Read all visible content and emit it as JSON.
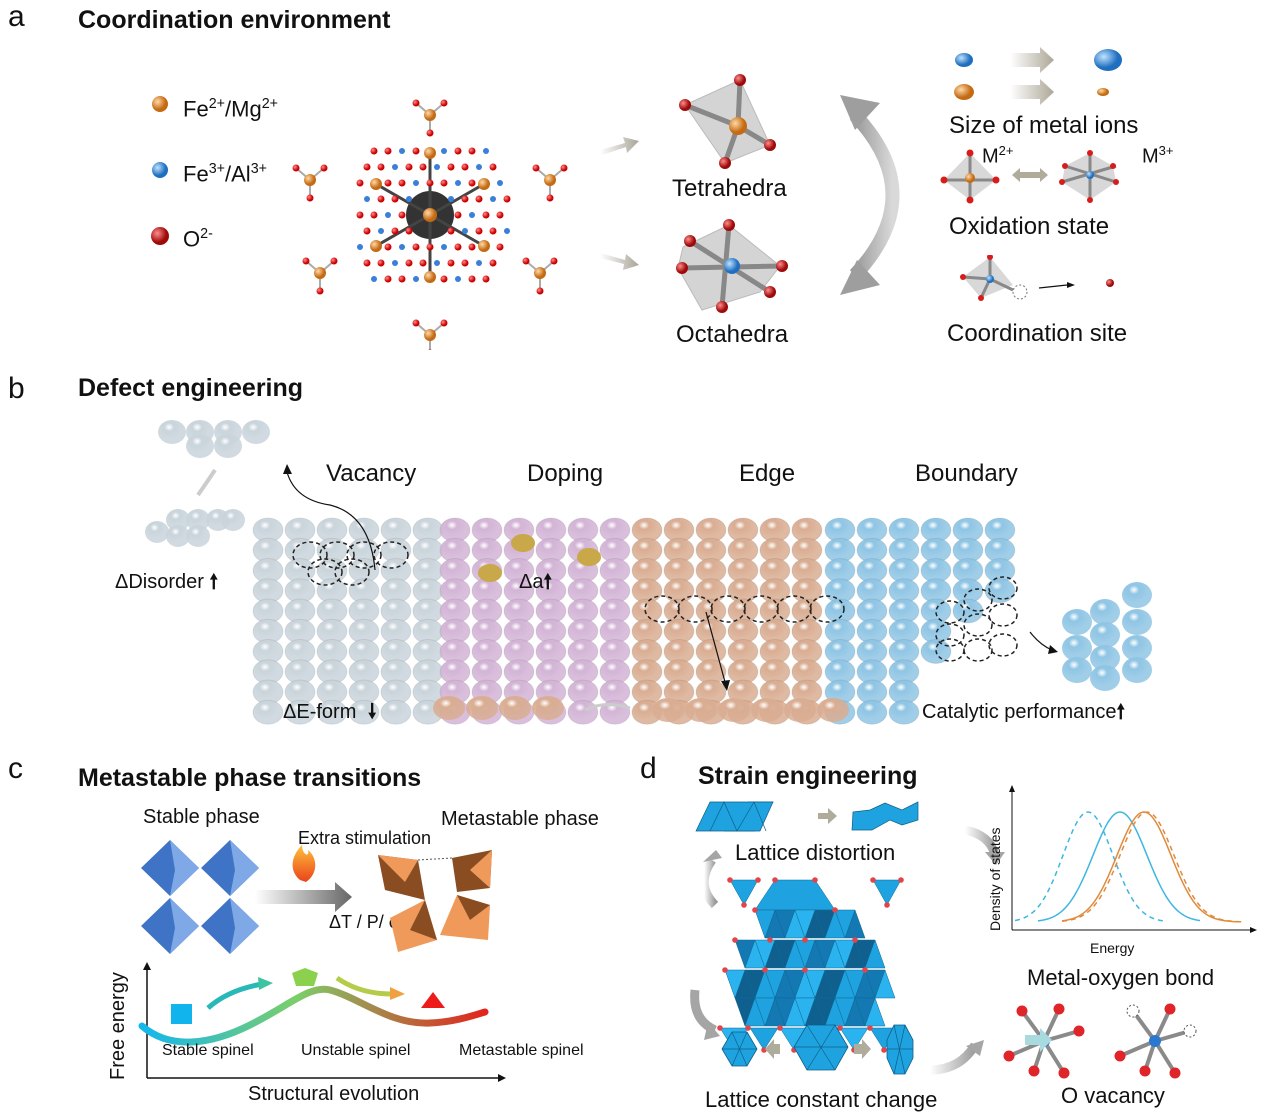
{
  "panels": {
    "a": {
      "letter": "a",
      "title": "Coordination environment",
      "legend": [
        {
          "base": "Fe",
          "sup1": "2+",
          "mid": "/Mg",
          "sup2": "2+",
          "color": "#e08a2e",
          "icon": "orange-sphere"
        },
        {
          "base": "Fe",
          "sup1": "3+",
          "mid": "/Al",
          "sup2": "3+",
          "color": "#3a8fd8",
          "icon": "blue-sphere"
        },
        {
          "base": "O",
          "sup1": "2-",
          "mid": "",
          "sup2": "",
          "color": "#d81c1c",
          "icon": "red-sphere"
        }
      ],
      "tetrahedra": "Tetrahedra",
      "octahedra": "Octahedra",
      "size_of_metal_ions": "Size of metal ions",
      "m2": "M",
      "m2_sup": "2+",
      "m3": "M",
      "m3_sup": "3+",
      "oxidation_state": "Oxidation state",
      "coordination_site": "Coordination site"
    },
    "b": {
      "letter": "b",
      "title": "Defect engineering",
      "categories": [
        "Vacancy",
        "Doping",
        "Edge",
        "Boundary"
      ],
      "category_colors": [
        "#c9d4db",
        "#d3b4d6",
        "#d9ad92",
        "#8fc5e4"
      ],
      "disorder": "ΔDisorder",
      "delta_a": "Δa",
      "e_form": "ΔE-form",
      "catalytic": "Catalytic performance"
    },
    "c": {
      "letter": "c",
      "title": "Metastable phase transitions",
      "stable_phase": "Stable phase",
      "metastable_phase": "Metastable phase",
      "extra_stimulation": "Extra stimulation",
      "conditions": "ΔT / P/ σ",
      "y_axis": "Free energy",
      "x_axis": "Structural evolution",
      "states": [
        "Stable spinel",
        "Unstable spinel",
        "Metastable spinel"
      ]
    },
    "d": {
      "letter": "d",
      "title": "Strain engineering",
      "lattice_distortion": "Lattice distortion",
      "lattice_constant_change": "Lattice constant change",
      "dos_ylabel": "Density of states",
      "dos_xlabel": "Energy",
      "metal_oxygen_bond": "Metal-oxygen bond",
      "o_vacancy": "O vacancy"
    }
  },
  "colors": {
    "oxygen": "#d81c1c",
    "metal_orange": "#e08a2e",
    "metal_blue": "#3a8fd8",
    "polyhedra_blue": "#1fa3e0",
    "stable_blue": "#3f73c6",
    "meta_orange": "#d27a3c",
    "arrow_gray": "#b9b5a8"
  }
}
